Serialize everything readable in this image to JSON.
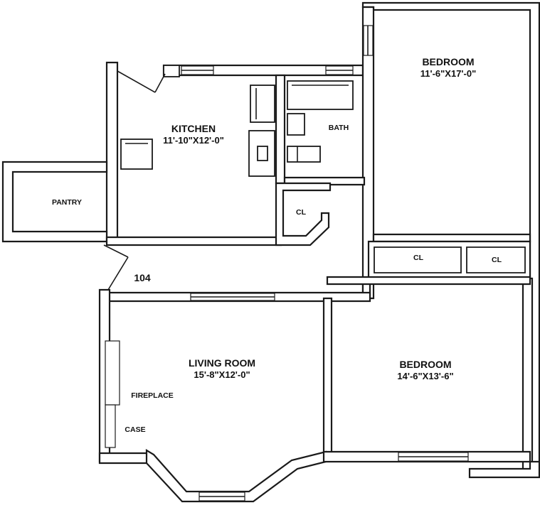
{
  "unit_number": "104",
  "rooms": {
    "bedroom_top": {
      "name": "BEDROOM",
      "dimensions": "11'-6\"X17'-0\""
    },
    "kitchen": {
      "name": "KITCHEN",
      "dimensions": "11'-10\"X12'-0\""
    },
    "bath": {
      "name": "BATH"
    },
    "pantry": {
      "name": "PANTRY"
    },
    "closet_hall": {
      "name": "CL"
    },
    "closet_left": {
      "name": "CL"
    },
    "closet_right": {
      "name": "CL"
    },
    "living_room": {
      "name": "LIVING ROOM",
      "dimensions": "15'-8\"X12'-0\""
    },
    "bedroom_bottom": {
      "name": "BEDROOM",
      "dimensions": "14'-6\"X13'-6\""
    }
  },
  "features": {
    "fireplace": "FIREPLACE",
    "case": "CASE"
  }
}
